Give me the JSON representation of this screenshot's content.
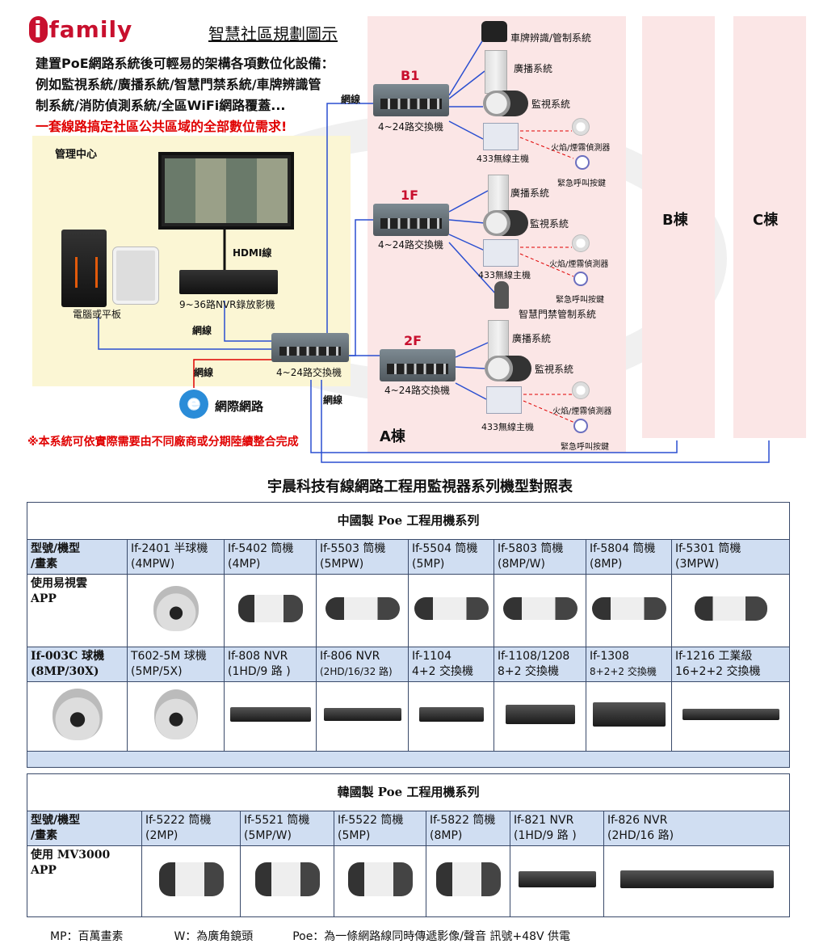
{
  "header": {
    "logo_text": "i-family",
    "title": "智慧社區規劃圖示",
    "intro_lines": [
      "建置PoE網路系統後可輕易的架構各項數位化設備：",
      "例如監視系統/廣播系統/智慧門禁系統/車牌辨識管",
      "制系統/消防偵測系統/全區WiFi網路覆蓋..."
    ],
    "intro_red": "一套線路搞定社區公共區域的全部數位需求!"
  },
  "diagram": {
    "mgmt_center": "管理中心",
    "hdmi_label": "HDMI線",
    "nvr_label": "9~36路NVR錄放影機",
    "pc_label": "電腦或平板",
    "wire_label": "網線",
    "core_switch_label": "4~24路交換機",
    "internet_label": "網際網路",
    "note": "※本系統可依實際需要由不同廠商或分期陸續整合完成",
    "building_a": "A棟",
    "building_b": "B棟",
    "building_c": "C棟",
    "floors": [
      {
        "name": "B1",
        "switch": "4~24路交換機",
        "items": [
          "車牌辨識/管制系統",
          "廣播系統",
          "監視系統",
          "火焰/煙霧偵測器",
          "433無線主機",
          "緊急呼叫按鍵"
        ]
      },
      {
        "name": "1F",
        "switch": "4~24路交換機",
        "items": [
          "廣播系統",
          "監視系統",
          "火焰/煙霧偵測器",
          "433無線主機",
          "緊急呼叫按鍵",
          "智慧門禁管制系統"
        ]
      },
      {
        "name": "2F",
        "switch": "4~24路交換機",
        "items": [
          "廣播系統",
          "監視系統",
          "火焰/煙霧偵測器",
          "433無線主機",
          "緊急呼叫按鍵"
        ]
      }
    ]
  },
  "table": {
    "title": "宇晨科技有線網路工程用監視器系列機型對照表",
    "china_title": "中國製 Poe 工程用機系列",
    "china_head_label": [
      "型號/機型",
      "/畫素"
    ],
    "china_models_1": [
      [
        "If-2401 半球機",
        "(4MPW)"
      ],
      [
        "If-5402 筒機",
        "(4MP)"
      ],
      [
        "If-5503 筒機",
        "(5MPW)"
      ],
      [
        "If-5504 筒機",
        "(5MP)"
      ],
      [
        "If-5803 筒機",
        "(8MP/W)"
      ],
      [
        "If-5804 筒機",
        "(8MP)"
      ],
      [
        "If-5301 筒機",
        "(3MPW)"
      ]
    ],
    "china_app_label": [
      "使用易視雲",
      "APP"
    ],
    "china_row2_label": [
      "If-003C 球機",
      "(8MP/30X)"
    ],
    "china_models_2": [
      [
        "T602-5M 球機",
        "(5MP/5X)"
      ],
      [
        "If-808 NVR",
        "(1HD/9 路 )"
      ],
      [
        "If-806 NVR",
        "(2HD/16/32 路)"
      ],
      [
        "If-1104",
        "4+2 交換機"
      ],
      [
        "If-1108/1208",
        "8+2 交換機"
      ],
      [
        "If-1308",
        "8+2+2 交換機"
      ],
      [
        "If-1216  工業級",
        "16+2+2 交換機"
      ]
    ],
    "korea_title": "韓國製 Poe 工程用機系列",
    "korea_head_label": [
      "型號/機型",
      "/畫素"
    ],
    "korea_models": [
      [
        "If-5222 筒機",
        "(2MP)"
      ],
      [
        "If-5521 筒機",
        "(5MP/W)"
      ],
      [
        "If-5522 筒機",
        "(5MP)"
      ],
      [
        "If-5822 筒機",
        "(8MP)"
      ],
      [
        "If-821 NVR",
        "(1HD/9 路 )"
      ],
      [
        "If-826 NVR",
        "(2HD/16 路)"
      ]
    ],
    "korea_app_label": [
      "使用 MV3000",
      "APP"
    ]
  },
  "legend": {
    "mp": "MP：百萬畫素",
    "w": "W：為廣角鏡頭",
    "poe": "Poe：為一條網路線同時傳遞影像/聲音  訊號+48V 供電"
  },
  "colors": {
    "brand_red": "#c8102e",
    "mgmt_bg": "#fbf6d4",
    "building_bg": "#fbe6e6",
    "wire_blue": "#2a4fd0",
    "wire_red": "#e00000",
    "table_header_blue": "#d0def2"
  }
}
